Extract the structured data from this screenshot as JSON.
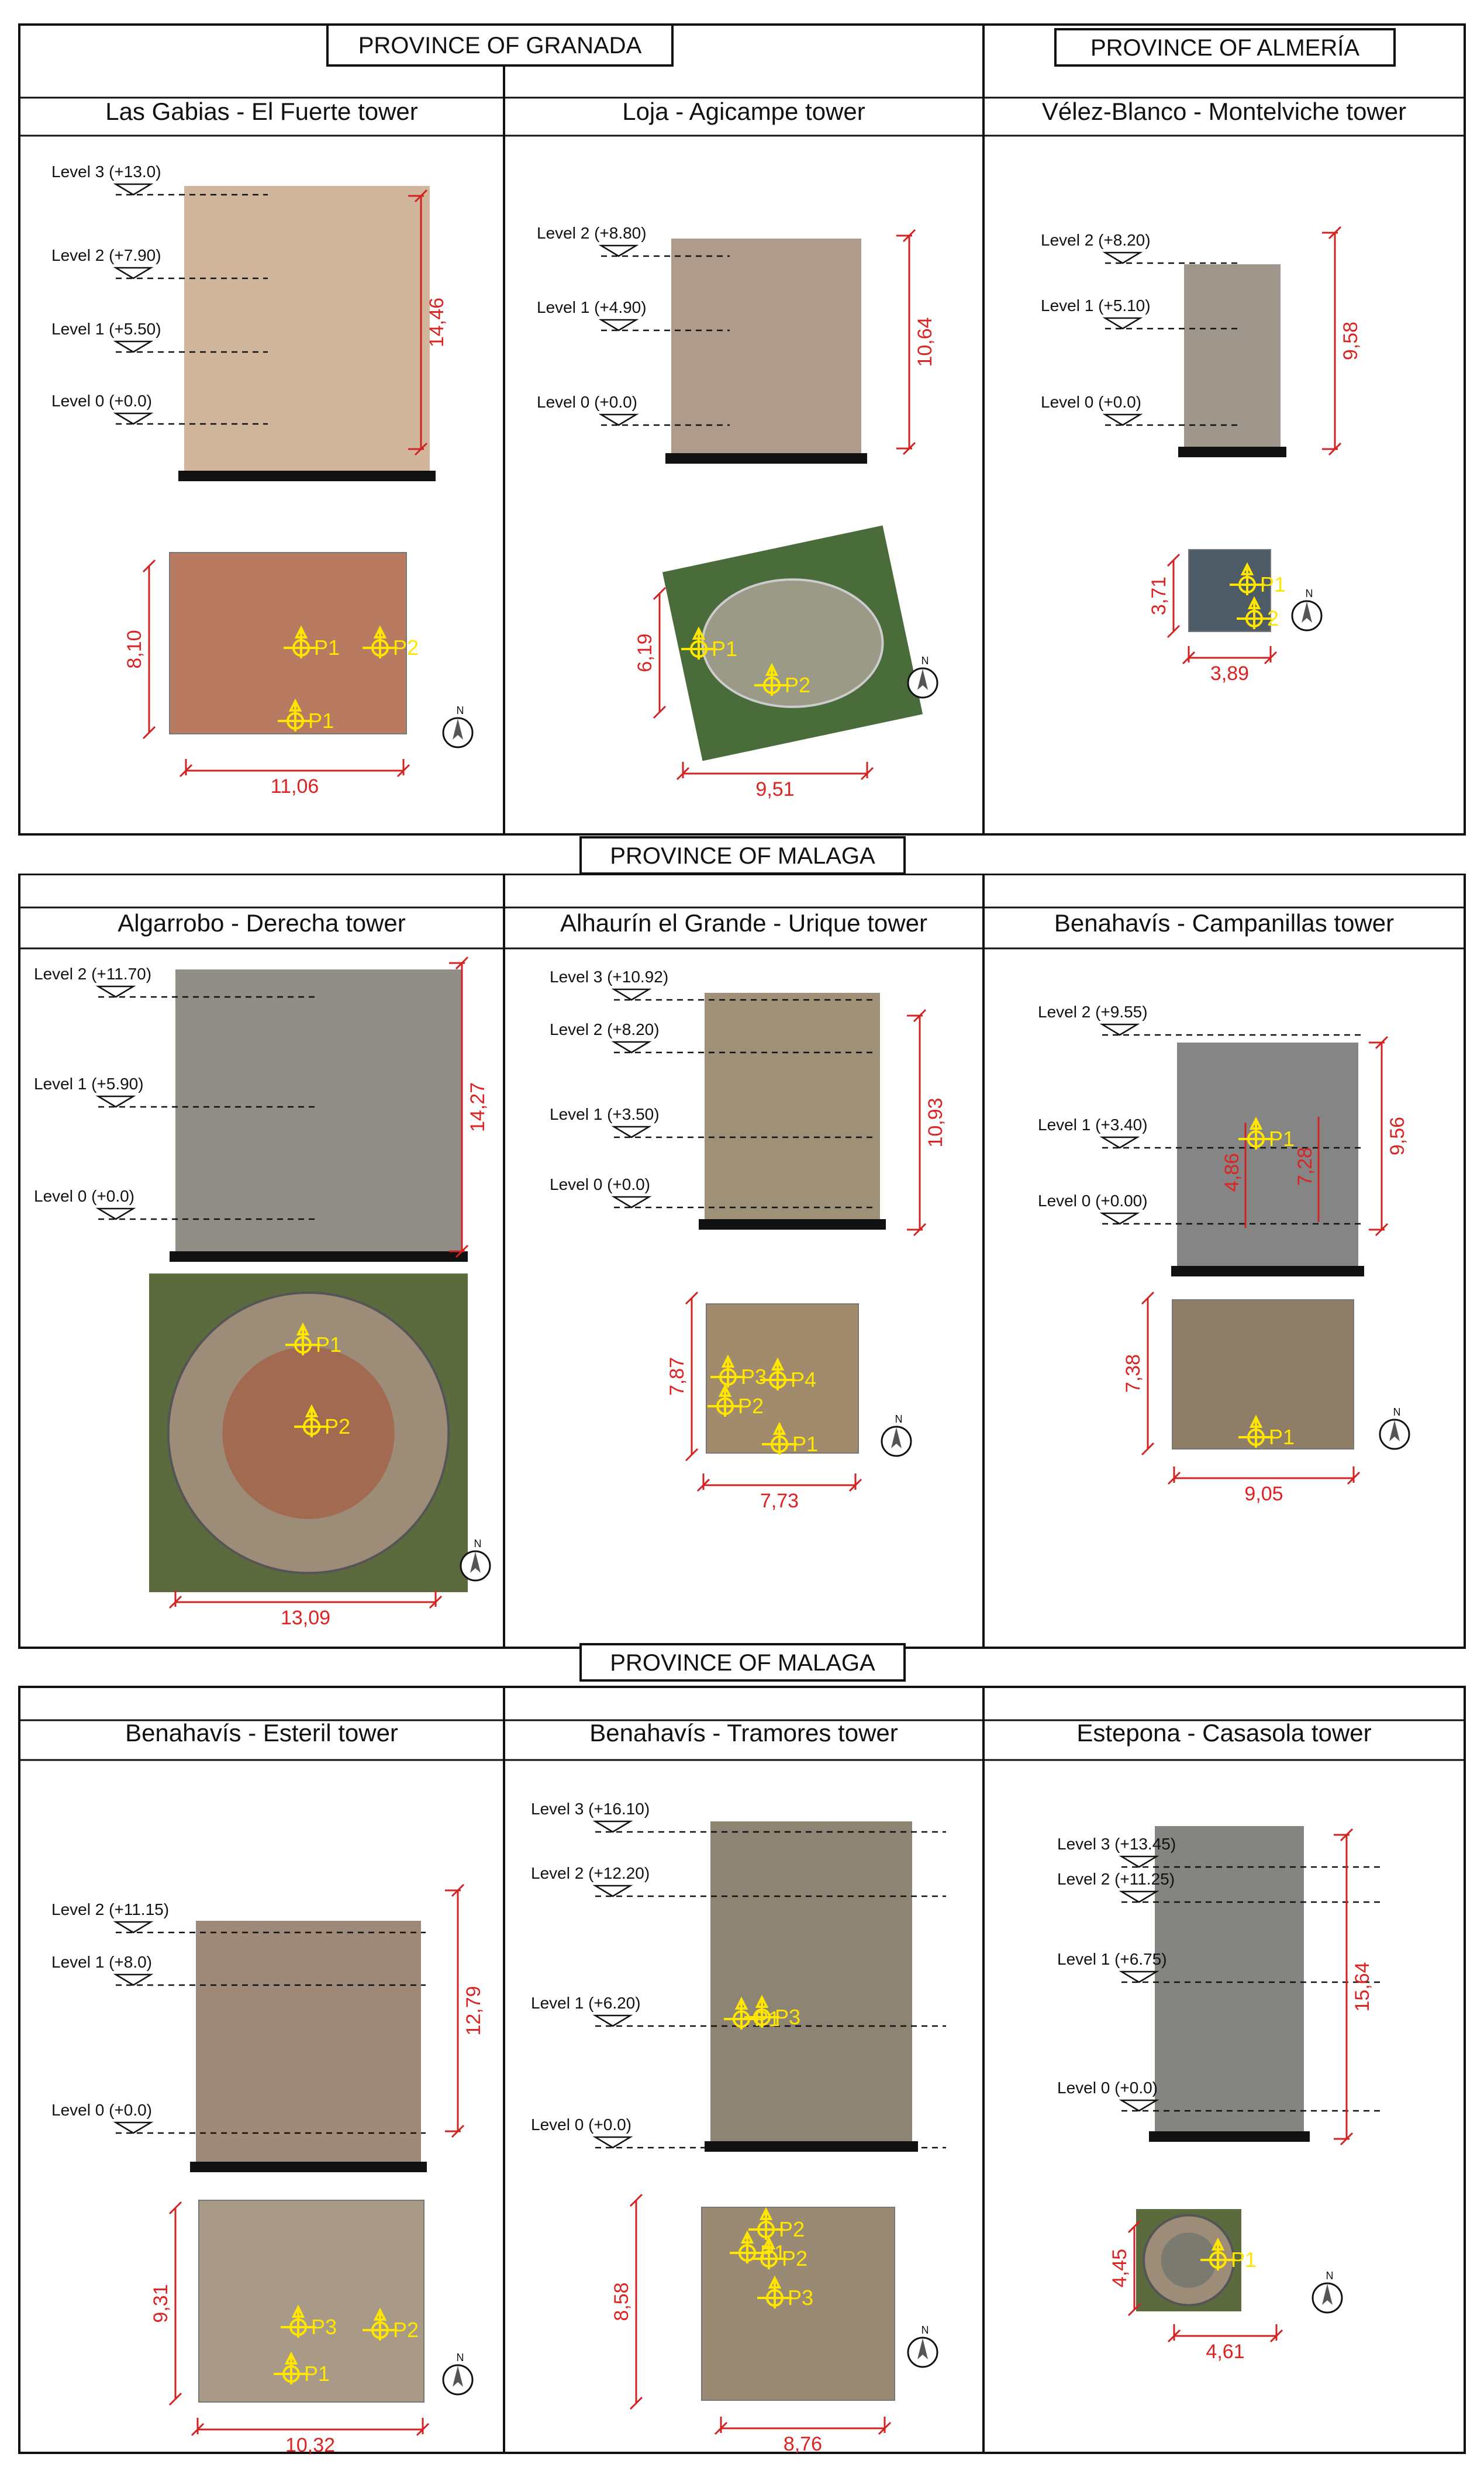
{
  "colors": {
    "dimension": "#d22222",
    "marker": "#ffe600",
    "frame": "#111111"
  },
  "provinces": [
    {
      "label": "PROVINCE OF GRANADA"
    },
    {
      "label": "PROVINCE OF ALMERÍA"
    },
    {
      "label": "PROVINCE OF MALAGA"
    },
    {
      "label": "PROVINCE OF MALAGA"
    }
  ],
  "towers": [
    {
      "title": "Las Gabias - El Fuerte tower",
      "levels": [
        "Level 3 (+13.0)",
        "Level 2 (+7.90)",
        "Level 1 (+5.50)",
        "Level 0 (+0.0)"
      ],
      "height": "14,46",
      "plan_depth": "8,10",
      "plan_width": "11,06",
      "points": [
        "P1",
        "P2",
        "P1"
      ],
      "north": "N"
    },
    {
      "title": "Loja - Agicampe tower",
      "levels": [
        "Level 2 (+8.80)",
        "Level 1 (+4.90)",
        "Level 0 (+0.0)"
      ],
      "height": "10,64",
      "plan_depth": "6,19",
      "plan_width": "9,51",
      "points": [
        "P1",
        "P2"
      ],
      "north": "N"
    },
    {
      "title": "Vélez-Blanco - Montelviche tower",
      "levels": [
        "Level 2 (+8.20)",
        "Level 1 (+5.10)",
        "Level 0 (+0.0)"
      ],
      "height": "9,58",
      "plan_depth": "3,71",
      "plan_width": "3,89",
      "points": [
        "P1",
        "2"
      ],
      "north": "N"
    },
    {
      "title": "Algarrobo - Derecha tower",
      "levels": [
        "Level 2 (+11.70)",
        "Level 1 (+5.90)",
        "Level 0 (+0.0)"
      ],
      "height": "14,27",
      "plan_depth": "",
      "plan_width": "13,09",
      "points": [
        "P1",
        "P2"
      ],
      "north": "N"
    },
    {
      "title": "Alhaurín el Grande - Urique tower",
      "levels": [
        "Level 3 (+10.92)",
        "Level 2 (+8.20)",
        "Level 1 (+3.50)",
        "Level 0 (+0.0)"
      ],
      "height": "10,93",
      "plan_depth": "7,87",
      "plan_width": "7,73",
      "points": [
        "P3",
        "P2",
        "P4",
        "P1"
      ],
      "north": "N"
    },
    {
      "title": "Benahavís - Campanillas tower",
      "levels": [
        "Level 2 (+9.55)",
        "Level 1 (+3.40)",
        "Level 0 (+0.00)"
      ],
      "height": "9,56",
      "extra_dims": [
        "4,86",
        "7,28"
      ],
      "plan_depth": "7,38",
      "plan_width": "9,05",
      "points": [
        "P1",
        "P1"
      ],
      "north": "N"
    },
    {
      "title": "Benahavís - Esteril tower",
      "levels": [
        "Level 2 (+11.15)",
        "Level 1 (+8.0)",
        "Level 0 (+0.0)"
      ],
      "height": "12,79",
      "plan_depth": "9,31",
      "plan_width": "10,32",
      "points": [
        "P3",
        "P2",
        "P1"
      ],
      "north": "N"
    },
    {
      "title": "Benahavís - Tramores tower",
      "levels": [
        "Level 3 (+16.10)",
        "Level 2 (+12.20)",
        "Level 1 (+6.20)",
        "Level 0 (+0.0)"
      ],
      "height": "",
      "plan_depth": "8,58",
      "plan_width": "8,76",
      "points": [
        "P3",
        "P1",
        "P2",
        "P2",
        "P1",
        "P3"
      ],
      "north": "N"
    },
    {
      "title": "Estepona - Casasola tower",
      "levels": [
        "Level 3 (+13.45)",
        "Level 2 (+11.25)",
        "Level 1 (+6.75)",
        "Level 0 (+0.0)"
      ],
      "height": "15,64",
      "plan_depth": "4,45",
      "plan_width": "4,61",
      "points": [
        "P1"
      ],
      "north": "N"
    }
  ]
}
